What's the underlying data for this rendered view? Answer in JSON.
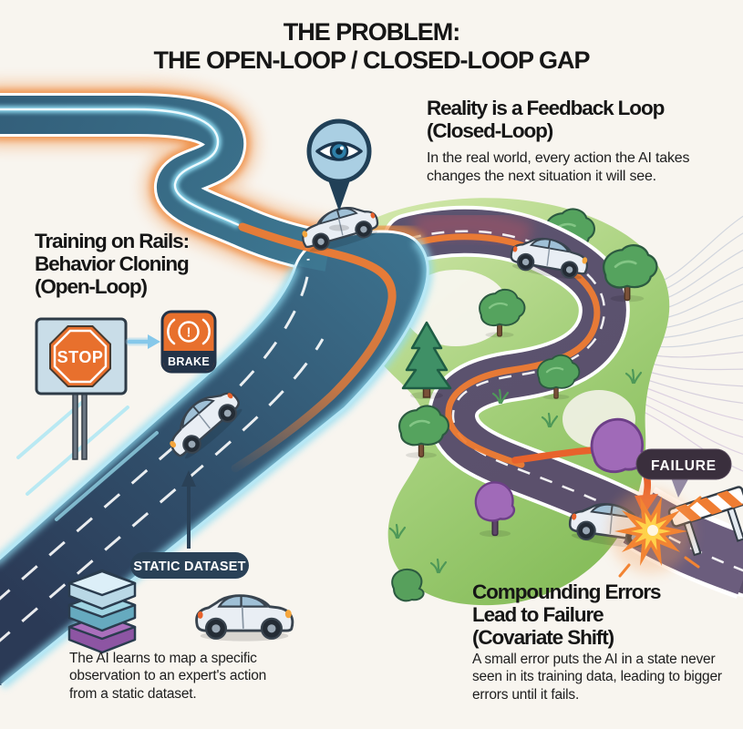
{
  "title": {
    "line1": "THE PROBLEM:",
    "line2": "THE OPEN-LOOP / CLOSED-LOOP GAP"
  },
  "closed_loop": {
    "heading_line1": "Reality is a Feedback Loop",
    "heading_line2": "(Closed-Loop)",
    "caption": "In the real world, every action the AI takes changes the next situation it will see."
  },
  "open_loop": {
    "heading_line1": "Training on Rails:",
    "heading_line2": "Behavior Cloning",
    "heading_line3": "(Open-Loop)",
    "stop_sign_label": "STOP",
    "brake_label": "BRAKE",
    "brake_glyph_mark": "!",
    "dataset_badge_label": "STATIC DATASET",
    "caption": "The AI learns to map a specific observation to an expert's action from a static dataset."
  },
  "failure": {
    "heading_line1": "Compounding Errors",
    "heading_line2": "Lead to Failure",
    "heading_line3": "(Covariate Shift)",
    "failure_badge_label": "FAILURE",
    "caption": "A small error puts the AI in a state never seen in its training data, leading to bigger errors until it fails."
  },
  "icons": {
    "observation": "eye-icon",
    "stop_sign": "stop-sign-icon",
    "brake": "brake-warning-icon",
    "dataset": "database-stack-icon",
    "expert_action": "car-icon",
    "failure_point": "crash-explosion-icon"
  },
  "colors": {
    "background": "#f8f5ef",
    "neon_orange": "#ef7c33",
    "neon_cyan": "#8fdcf2",
    "teal_road": "#3a7088",
    "navy_road": "#2c3e5c",
    "purple_road": "#4e4660",
    "grass_green": "#8cc163",
    "badge_navy": "#2a4157",
    "failure_plum": "#3a2f3d",
    "alert_orange": "#e8702d"
  }
}
